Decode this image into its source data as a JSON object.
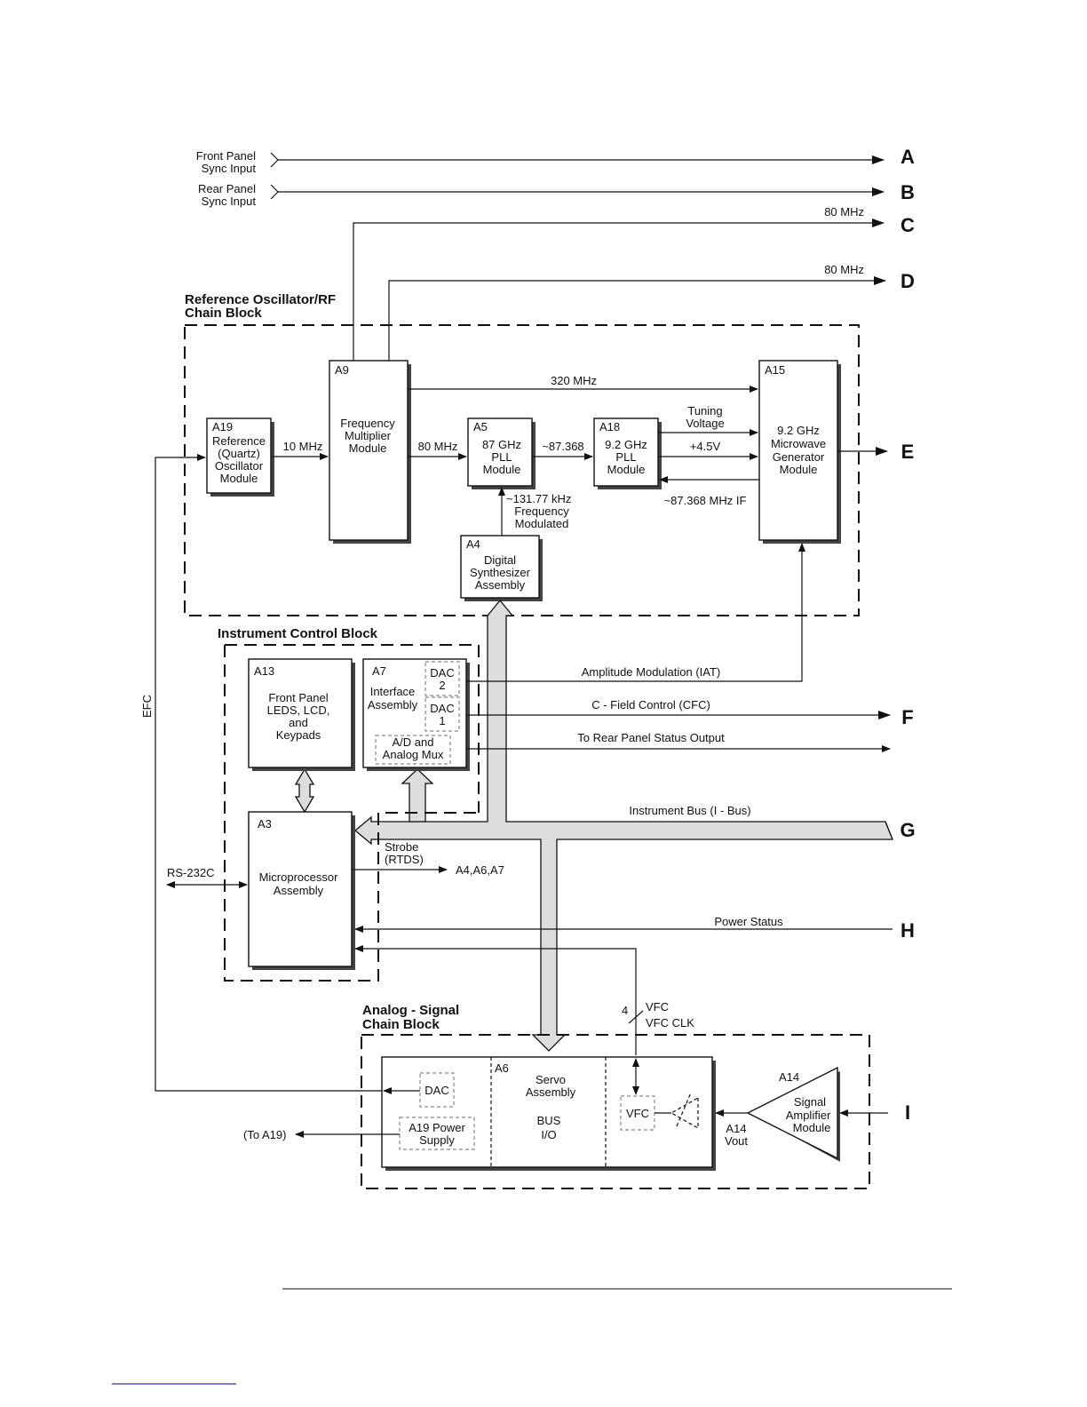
{
  "inputs": {
    "front_panel": [
      "Front Panel",
      "Sync Input"
    ],
    "rear_panel": [
      "Rear Panel",
      "Sync Input"
    ],
    "efc": "EFC",
    "rs232": "RS-232C",
    "to_a19": "(To A19)"
  },
  "outputs": {
    "A": "A",
    "B": "B",
    "C": "C",
    "D": "D",
    "E": "E",
    "F": "F",
    "G": "G",
    "H": "H",
    "I": "I"
  },
  "blocks": {
    "ref_osc": [
      "Reference Oscillator/RF",
      "Chain Block"
    ],
    "instr_ctrl": "Instrument Control Block",
    "analog": [
      "Analog - Signal",
      "Chain Block"
    ]
  },
  "modules": {
    "a19": {
      "id": "A19",
      "lines": [
        "Reference",
        "(Quartz)",
        "Oscillator",
        "Module"
      ]
    },
    "a9": {
      "id": "A9",
      "lines": [
        "Frequency",
        "Multiplier",
        "Module"
      ]
    },
    "a5": {
      "id": "A5",
      "lines": [
        "87 GHz",
        "PLL",
        "Module"
      ]
    },
    "a18": {
      "id": "A18",
      "lines": [
        "9.2 GHz",
        "PLL",
        "Module"
      ]
    },
    "a15": {
      "id": "A15",
      "lines": [
        "9.2 GHz",
        "Microwave",
        "Generator",
        "Module"
      ]
    },
    "a4": {
      "id": "A4",
      "lines": [
        "Digital",
        "Synthesizer",
        "Assembly"
      ]
    },
    "a13": {
      "id": "A13",
      "lines": [
        "Front Panel",
        "LEDS, LCD,",
        "and",
        "Keypads"
      ]
    },
    "a7": {
      "id": "A7",
      "lines": [
        "Interface",
        "Assembly"
      ]
    },
    "a3": {
      "id": "A3",
      "lines": [
        "Microprocessor",
        "Assembly"
      ]
    },
    "a6": {
      "id": "A6",
      "lines": [
        "Servo",
        "Assembly"
      ],
      "bus": [
        "BUS",
        "I/O"
      ]
    },
    "a14": {
      "id": "A14",
      "lines": [
        "Signal",
        "Amplifier",
        "Module"
      ]
    }
  },
  "sub_blocks": {
    "dac2": [
      "DAC",
      "2"
    ],
    "dac1": [
      "DAC",
      "1"
    ],
    "adc": [
      "A/D and",
      "Analog Mux"
    ],
    "dac": "DAC",
    "a19_power": [
      "A19 Power",
      "Supply"
    ],
    "vfc": "VFC"
  },
  "signals": {
    "mhz80_c": "80 MHz",
    "mhz80_d": "80 MHz",
    "mhz320": "320 MHz",
    "mhz10": "10 MHz",
    "mhz80_a5": "80 MHz",
    "f87368": "~87.368",
    "tuning": [
      "Tuning",
      "Voltage"
    ],
    "v45": "+4.5V",
    "if87368": "~87.368 MHz IF",
    "khz13177": [
      "~131.77 kHz",
      "Frequency",
      "Modulated"
    ],
    "amp_mod": "Amplitude Modulation (IAT)",
    "cfield": "C - Field Control (CFC)",
    "rear_status": "To Rear Panel Status Output",
    "ibus": "Instrument Bus (I - Bus)",
    "strobe": [
      "Strobe",
      "(RTDS)"
    ],
    "strobe_dest": "A4,A6,A7",
    "power_status": "Power Status",
    "vfc_count": "4",
    "vfc_lines": [
      "VFC",
      "VFC CLK"
    ],
    "a14_vout": [
      "A14",
      "Vout"
    ]
  }
}
